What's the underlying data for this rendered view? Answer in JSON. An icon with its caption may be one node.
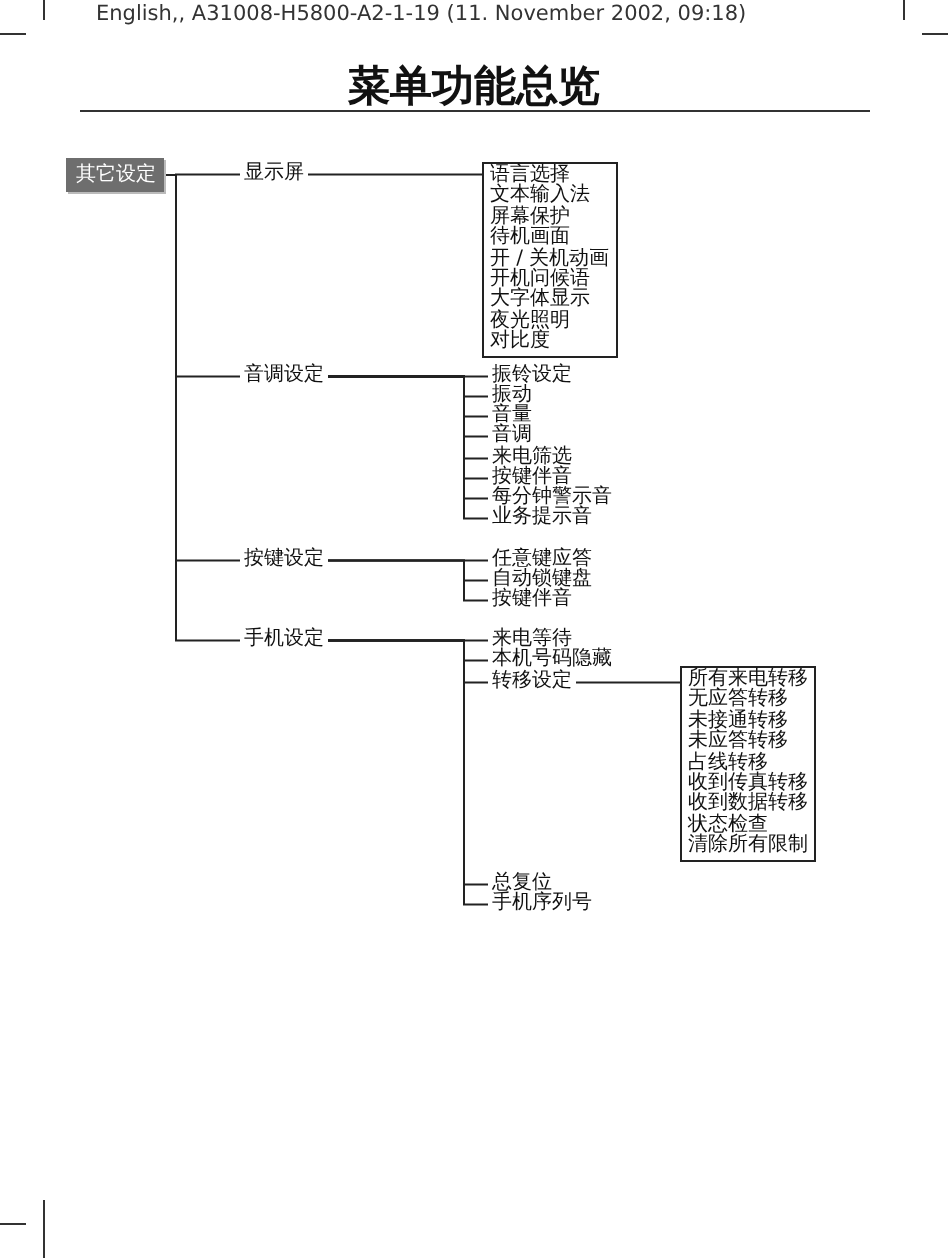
{
  "diagram": {
    "title": "菜单功能总览",
    "nodes": [
      {
        "text": [
          "其它设定"
        ]
      },
      {
        "text": [
          "显示屏"
        ]
      },
      {
        "text": [
          "语言选择",
          "文本输入法",
          "屏幕保护",
          "待机画面",
          "开 / 关机动画",
          "开机问候语",
          "大字体显示",
          "夜光照明",
          "对比度"
        ]
      },
      {
        "text": [
          "音调设定"
        ]
      },
      {
        "text": [
          "振铃设定"
        ]
      },
      {
        "text": [
          "振动"
        ]
      },
      {
        "text": [
          "音量"
        ]
      },
      {
        "text": [
          "音调"
        ]
      },
      {
        "text": [
          "来电筛选"
        ]
      },
      {
        "text": [
          "按键伴音"
        ]
      },
      {
        "text": [
          "每分钟警示音"
        ]
      },
      {
        "text": [
          "业务提示音"
        ]
      },
      {
        "text": [
          "按键设定"
        ]
      },
      {
        "text": [
          "任意键应答"
        ]
      },
      {
        "text": [
          "自动锁键盘"
        ]
      },
      {
        "text": [
          "按键伴音"
        ]
      },
      {
        "text": [
          "手机设定"
        ]
      },
      {
        "text": [
          "来电等待"
        ]
      },
      {
        "text": [
          "本机号码隐藏"
        ]
      },
      {
        "text": [
          "转移设定"
        ]
      },
      {
        "text": [
          "所有来电转移",
          "无应答转移",
          "未接通转移",
          "未应答转移",
          "占线转移",
          "收到传真转移",
          "收到数据转移",
          "状态检查",
          "清除所有限制"
        ]
      },
      {
        "text": [
          "总复位"
        ]
      },
      {
        "text": [
          "手机序列号"
        ]
      }
    ],
    "edges": [
      {
        "from": 0,
        "to": 1,
        "arrow": "none"
      },
      {
        "from": 0,
        "to": 3,
        "arrow": "none"
      },
      {
        "from": 0,
        "to": 12,
        "arrow": "none"
      },
      {
        "from": 0,
        "to": 16,
        "arrow": "none"
      },
      {
        "from": 1,
        "to": 2,
        "arrow": "none"
      },
      {
        "from": 3,
        "to": 4,
        "arrow": "none"
      },
      {
        "from": 3,
        "to": 5,
        "arrow": "none"
      },
      {
        "from": 3,
        "to": 6,
        "arrow": "none"
      },
      {
        "from": 3,
        "to": 7,
        "arrow": "none"
      },
      {
        "from": 3,
        "to": 8,
        "arrow": "none"
      },
      {
        "from": 3,
        "to": 9,
        "arrow": "none"
      },
      {
        "from": 3,
        "to": 10,
        "arrow": "none"
      },
      {
        "from": 3,
        "to": 11,
        "arrow": "none"
      },
      {
        "from": 12,
        "to": 13,
        "arrow": "none"
      },
      {
        "from": 12,
        "to": 14,
        "arrow": "none"
      },
      {
        "from": 12,
        "to": 15,
        "arrow": "none"
      },
      {
        "from": 16,
        "to": 17,
        "arrow": "none"
      },
      {
        "from": 16,
        "to": 18,
        "arrow": "none"
      },
      {
        "from": 16,
        "to": 19,
        "arrow": "none"
      },
      {
        "from": 16,
        "to": 21,
        "arrow": "none"
      },
      {
        "from": 16,
        "to": 22,
        "arrow": "none"
      },
      {
        "from": 19,
        "to": 20,
        "arrow": "none"
      }
    ],
    "labels": [
      "English,, A31008-H5800-A2-1-19 (11. November 2002, 09:18)"
    ]
  }
}
